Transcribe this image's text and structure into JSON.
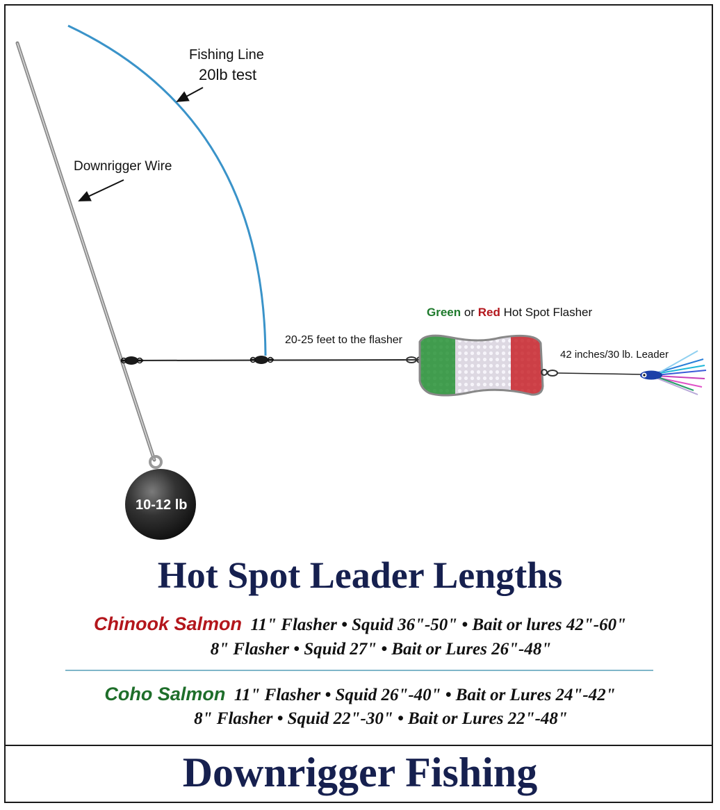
{
  "labels": {
    "fishing_line_1": "Fishing Line",
    "fishing_line_2": "20lb test",
    "downrigger_wire": "Downrigger Wire",
    "flasher_distance": "20-25 feet to the flasher",
    "flasher_green": "Green",
    "flasher_or": "or",
    "flasher_red": "Red",
    "flasher_rest": "Hot Spot Flasher",
    "leader": "42 inches/30 lb. Leader",
    "weight": "10-12 lb"
  },
  "heading": "Hot Spot Leader Lengths",
  "chinook": {
    "name": "Chinook Salmon",
    "line1": "11\" Flasher • Squid 36\"-50\" • Bait or lures 42\"-60\"",
    "line2": "8\" Flasher • Squid 27\" • Bait or Lures 26\"-48\""
  },
  "coho": {
    "name": "Coho Salmon",
    "line1": "11\" Flasher • Squid 26\"-40\" • Bait or Lures 24\"-42\"",
    "line2": "8\" Flasher • Squid 22\"-30\" • Bait or Lures 22\"-48\""
  },
  "footer": "Downrigger Fishing",
  "colors": {
    "fishing_line": "#3a93c9",
    "green": "#1e7a2c",
    "red": "#b3161c",
    "heading": "#16204f",
    "divider": "#7fb6c9"
  }
}
